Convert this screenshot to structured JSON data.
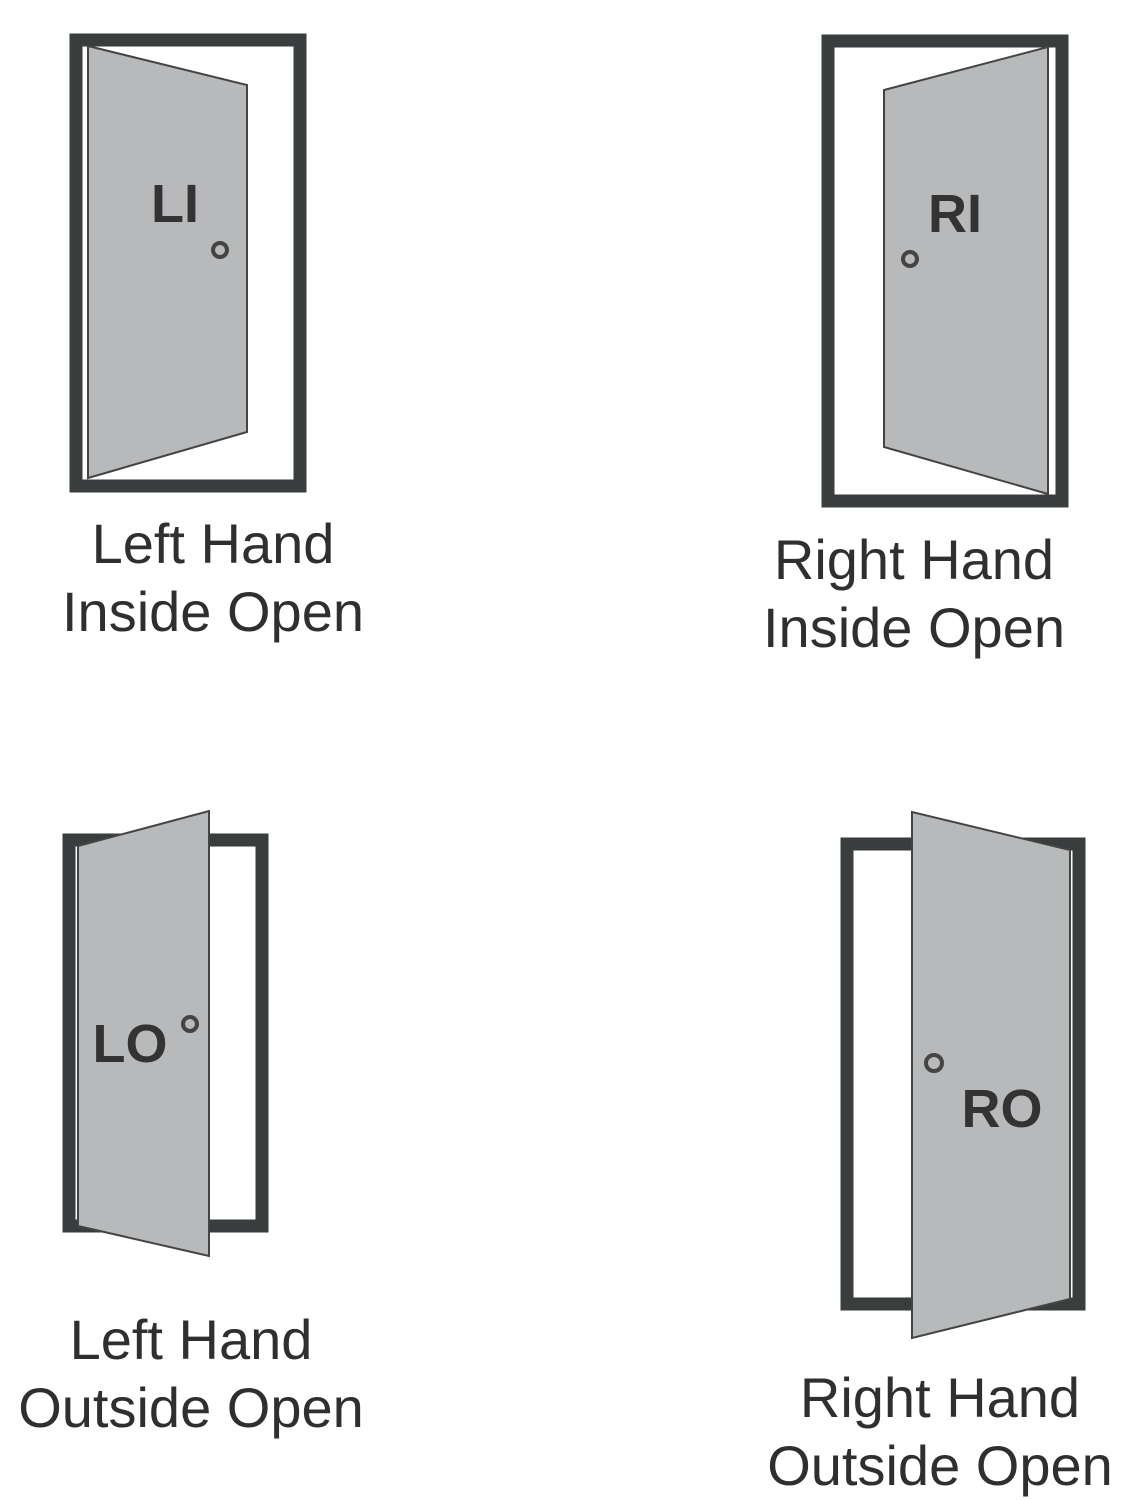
{
  "colors": {
    "frame": "#3a3d3e",
    "door_panel": "#b7b9ba",
    "door_edge": "#444444",
    "text": "#2f2f2f",
    "background": "#ffffff"
  },
  "doors": [
    {
      "id": "li",
      "code": "LI",
      "caption_line1": "Left Hand",
      "caption_line2": "Inside Open",
      "hinge": "left",
      "swing": "inside"
    },
    {
      "id": "ri",
      "code": "RI",
      "caption_line1": "Right Hand",
      "caption_line2": "Inside Open",
      "hinge": "right",
      "swing": "inside"
    },
    {
      "id": "lo",
      "code": "LO",
      "caption_line1": "Left Hand",
      "caption_line2": "Outside Open",
      "hinge": "left",
      "swing": "outside"
    },
    {
      "id": "ro",
      "code": "RO",
      "caption_line1": "Right Hand",
      "caption_line2": "Outside Open",
      "hinge": "right",
      "swing": "outside"
    }
  ]
}
